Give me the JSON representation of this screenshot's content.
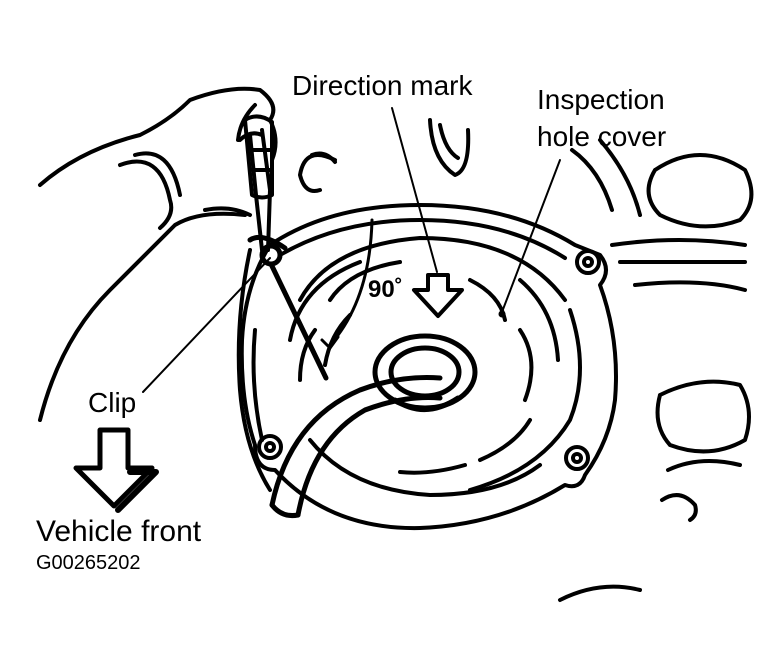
{
  "labels": {
    "direction_mark": "Direction mark",
    "inspection_line1": "Inspection",
    "inspection_line2": "hole cover",
    "clip": "Clip",
    "angle": "90˚",
    "vehicle_front": "Vehicle front",
    "figure_code": "G00265202"
  },
  "colors": {
    "ink": "#000000",
    "paper": "#ffffff"
  }
}
